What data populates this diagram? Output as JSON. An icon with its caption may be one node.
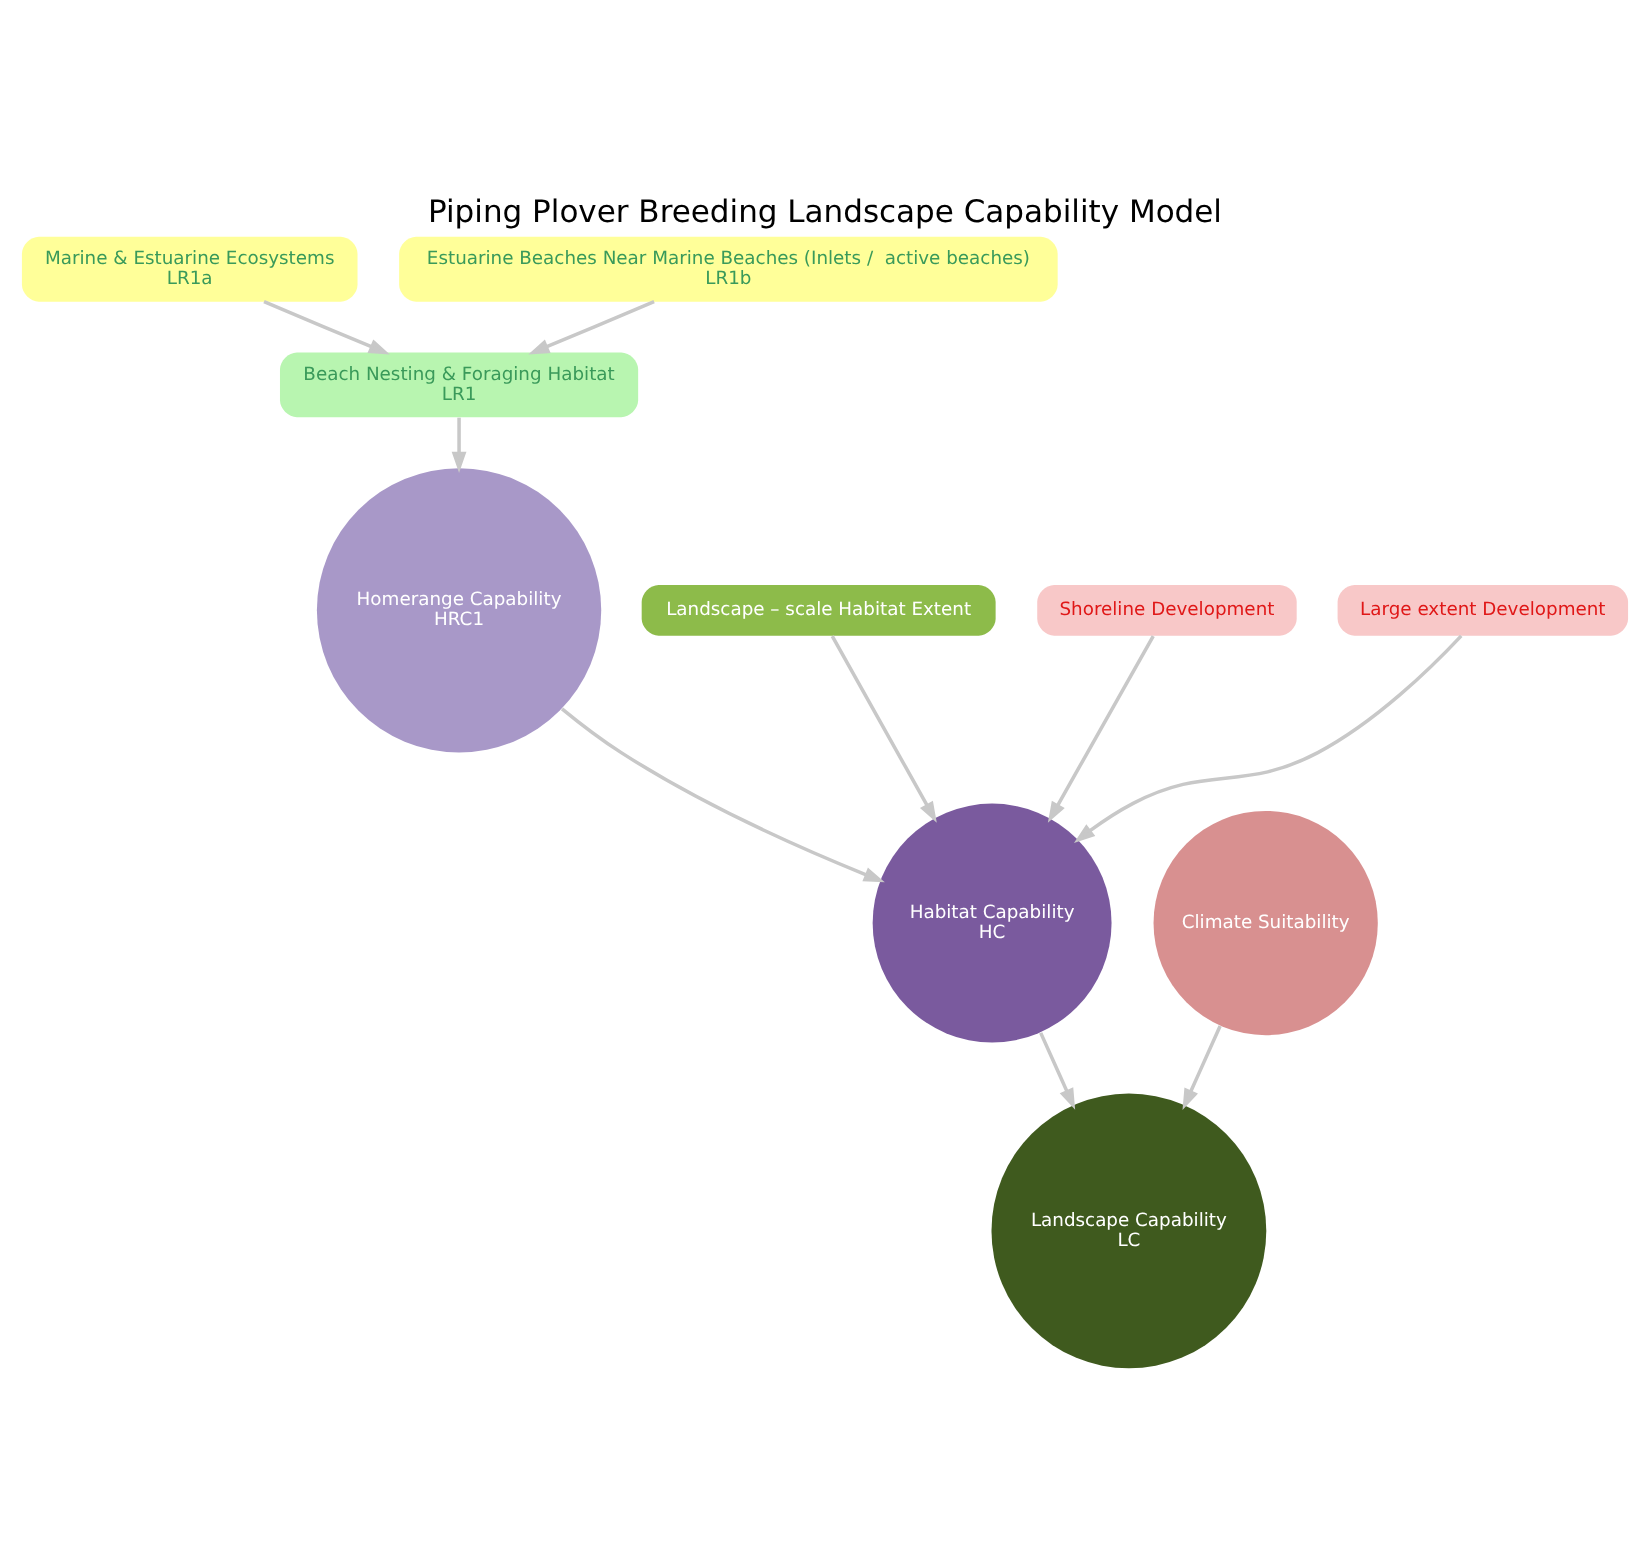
{
  "diagram": {
    "title": "Piping Plover Breeding Landscape Capability Model",
    "nodes": [
      {
        "text": [
          "Marine & Estuarine Ecosystems",
          "LR1a"
        ]
      },
      {
        "text": [
          "Estuarine Beaches Near Marine Beaches (Inlets /  active beaches)",
          "LR1b"
        ]
      },
      {
        "text": [
          "Beach Nesting & Foraging Habitat",
          "LR1"
        ]
      },
      {
        "text": [
          "Homerange Capability",
          "HRC1"
        ]
      },
      {
        "text": [
          "Landscape – scale Habitat Extent"
        ]
      },
      {
        "text": [
          "Shoreline Development"
        ]
      },
      {
        "text": [
          "Large extent Development"
        ]
      },
      {
        "text": [
          "Habitat Capability",
          "HC"
        ]
      },
      {
        "text": [
          "Climate Suitability"
        ]
      },
      {
        "text": [
          "Landscape Capability",
          "LC"
        ]
      }
    ],
    "edges": [
      {
        "from": 0,
        "to": 2,
        "arrow": "to"
      },
      {
        "from": 1,
        "to": 2,
        "arrow": "to"
      },
      {
        "from": 2,
        "to": 3,
        "arrow": "to"
      },
      {
        "from": 3,
        "to": 7,
        "arrow": "to"
      },
      {
        "from": 4,
        "to": 7,
        "arrow": "to"
      },
      {
        "from": 5,
        "to": 7,
        "arrow": "to"
      },
      {
        "from": 6,
        "to": 7,
        "arrow": "to"
      },
      {
        "from": 7,
        "to": 9,
        "arrow": "to"
      },
      {
        "from": 8,
        "to": 9,
        "arrow": "to"
      }
    ]
  }
}
